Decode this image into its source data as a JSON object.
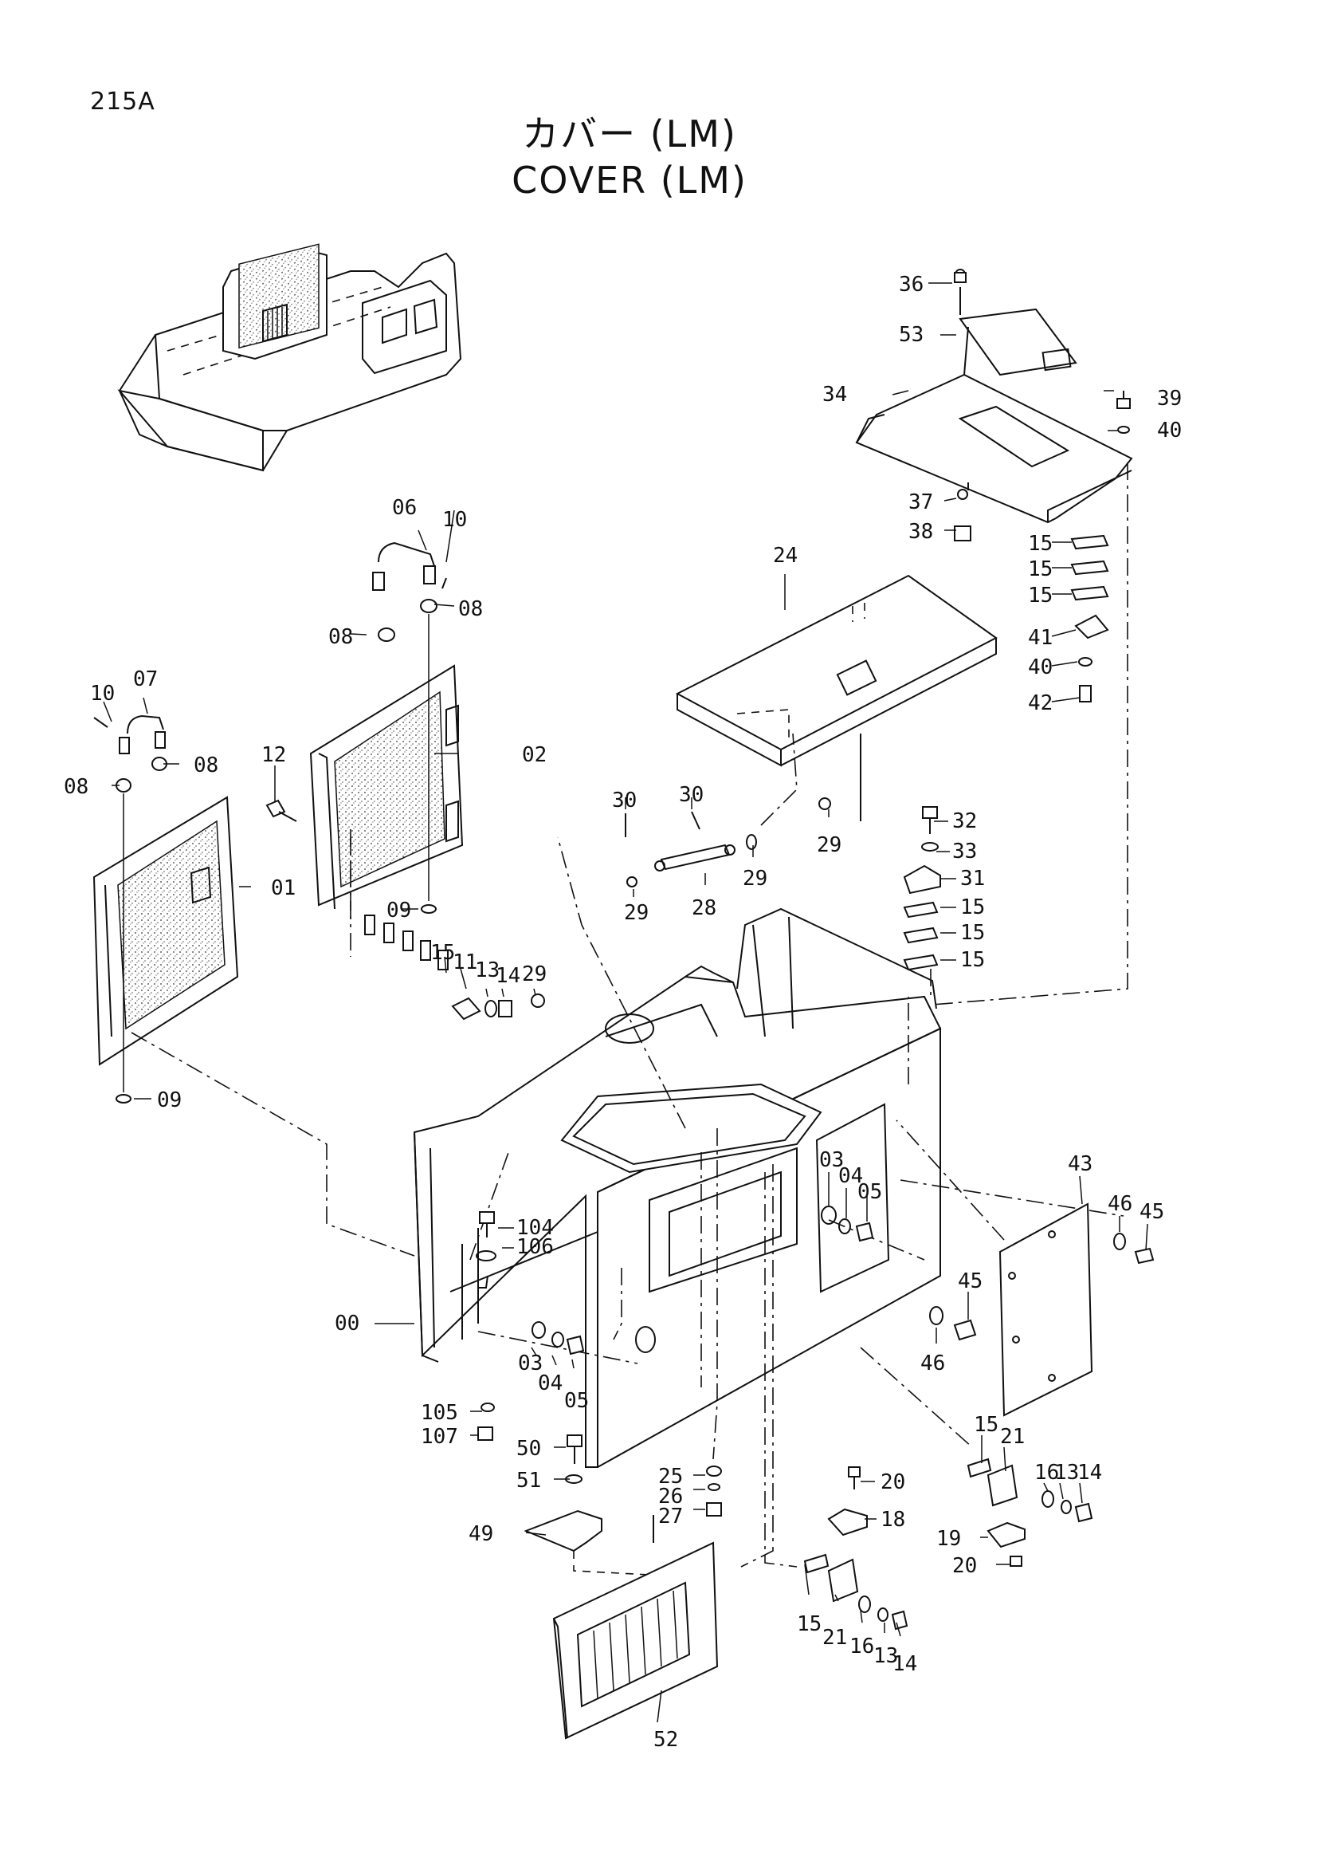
{
  "page_code": "215A",
  "title_jp": "カバー (LM)",
  "title_en": "COVER (LM)",
  "labels": {
    "l36": "36",
    "l53": "53",
    "l34": "34",
    "l39": "39",
    "l40a": "40",
    "l37": "37",
    "l38": "38",
    "l15a": "15",
    "l15b": "15",
    "l15c": "15",
    "l41": "41",
    "l40b": "40",
    "l42": "42",
    "l24": "24",
    "l06": "06",
    "l10a": "10",
    "l08a": "08",
    "l08b": "08",
    "l02": "02",
    "l10b": "10",
    "l07": "07",
    "l08c": "08",
    "l08d": "08",
    "l12": "12",
    "l01": "01",
    "l09a": "09",
    "l09b": "09",
    "l30a": "30",
    "l30b": "30",
    "l29a": "29",
    "l29b": "29",
    "l28": "28",
    "l29c": "29",
    "l32": "32",
    "l33": "33",
    "l31": "31",
    "l15d": "15",
    "l15e": "15",
    "l15f": "15",
    "l15g": "15",
    "l11": "11",
    "l13a": "13",
    "l14a": "14",
    "l29d": "29",
    "l43": "43",
    "l46a": "46",
    "l45a": "45",
    "l03a": "03",
    "l04a": "04",
    "l05a": "05",
    "l104": "104",
    "l106": "106",
    "l00": "00",
    "l03b": "03",
    "l04b": "04",
    "l05b": "05",
    "l45b": "45",
    "l46b": "46",
    "l105": "105",
    "l107": "107",
    "l50": "50",
    "l51": "51",
    "l49": "49",
    "l25": "25",
    "l26": "26",
    "l27": "27",
    "l20a": "20",
    "l18": "18",
    "l15h": "15",
    "l21a": "21",
    "l16a": "16",
    "l13b": "13",
    "l14b": "14",
    "l19": "19",
    "l20b": "20",
    "l15i": "15",
    "l21b": "21",
    "l16b": "16",
    "l13c": "13",
    "l14c": "14",
    "l52": "52"
  }
}
